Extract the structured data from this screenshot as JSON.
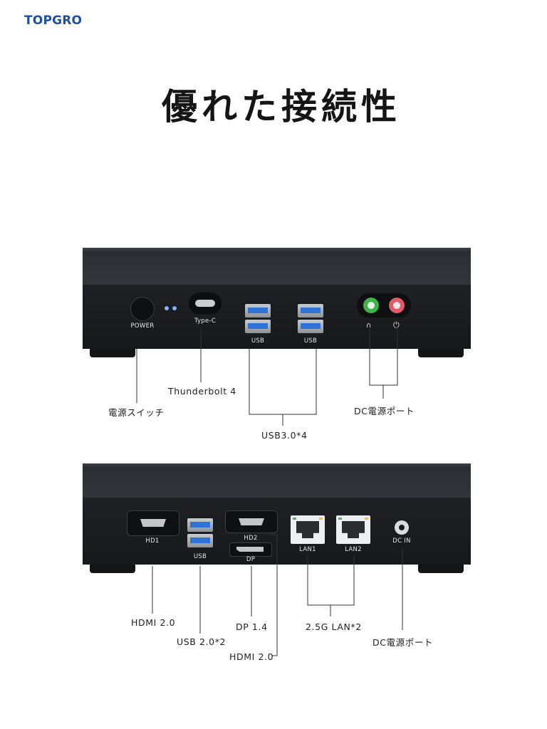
{
  "brand": "TOPGRO",
  "headline": "優れた接続性",
  "front_panel": {
    "port_labels": {
      "power": "POWER",
      "typec": "Type-C",
      "usb1": "USB",
      "usb2": "USB"
    },
    "callouts": {
      "thunderbolt": "Thunderbolt 4",
      "power_switch": "電源スイッチ",
      "usb30": "USB3.0*4",
      "dc_port": "DC電源ポート"
    },
    "colors": {
      "usb_blue": "#2f72d8",
      "audio_green": "#3fb24a",
      "audio_pink": "#e05a6a",
      "led": "#7fb3f5"
    }
  },
  "rear_panel": {
    "port_labels": {
      "hd1": "HD1",
      "usb": "USB",
      "hd2": "HD2",
      "dp": "DP",
      "lan1": "LAN1",
      "lan2": "LAN2",
      "dcin": "DC IN"
    },
    "callouts": {
      "hdmi20_a": "HDMI 2.0",
      "usb20": "USB 2.0*2",
      "dp14": "DP 1.4",
      "hdmi20_b": "HDMI 2.0",
      "lan": "2.5G LAN*2",
      "dc_port": "DC電源ポート"
    }
  }
}
